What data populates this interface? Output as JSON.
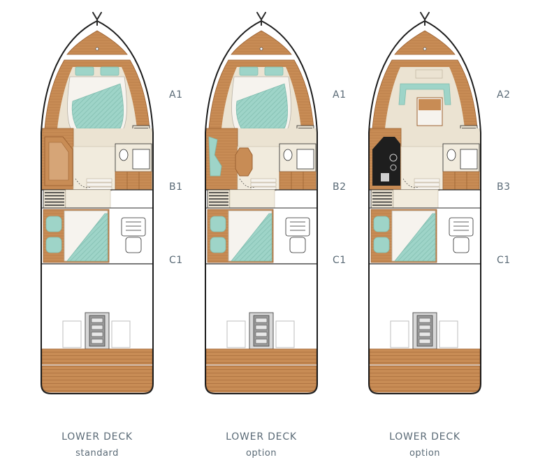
{
  "layouts": [
    {
      "caption_title": "LOWER DECK",
      "caption_subtitle": "standard",
      "zones": [
        "A1",
        "B1",
        "C1"
      ],
      "features": {
        "forward": "double-berth",
        "mid": "saloon-seat"
      }
    },
    {
      "caption_title": "LOWER DECK",
      "caption_subtitle": "option",
      "zones": [
        "A1",
        "B2",
        "C1"
      ],
      "features": {
        "forward": "double-berth",
        "mid": "dinette"
      }
    },
    {
      "caption_title": "LOWER DECK",
      "caption_subtitle": "option",
      "zones": [
        "A2",
        "B3",
        "C1"
      ],
      "features": {
        "forward": "u-sofa",
        "mid": "galley"
      }
    }
  ],
  "colors": {
    "hull_outline": "#1c1c1c",
    "wood": "#c88c55",
    "wood_dark": "#9c6232",
    "floor": "#ebe3d2",
    "mint": "#9ed4c8",
    "mint_dark": "#7fbcae",
    "white": "#ffffff",
    "label": "#5a6a76",
    "dark": "#2a2a2a"
  }
}
